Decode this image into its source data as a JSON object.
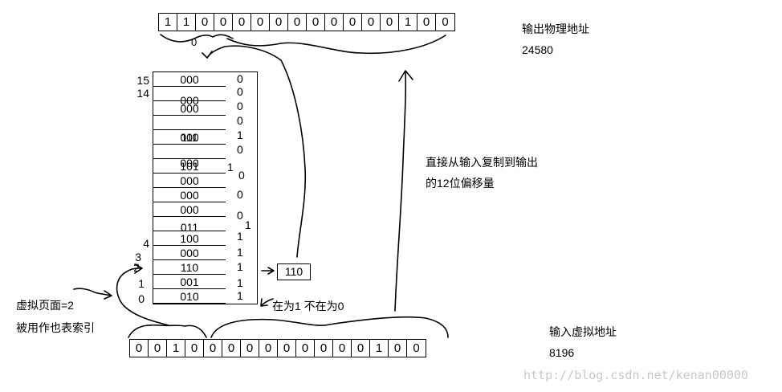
{
  "physical_address": {
    "bits": [
      "1",
      "1",
      "0",
      "0",
      "0",
      "0",
      "0",
      "0",
      "0",
      "0",
      "0",
      "0",
      "0",
      "1",
      "0",
      "0"
    ],
    "label": "输出物理地址",
    "value": "24580",
    "stray_mark": "0"
  },
  "virtual_address": {
    "bits": [
      "0",
      "0",
      "1",
      "0",
      "0",
      "0",
      "0",
      "0",
      "0",
      "0",
      "0",
      "0",
      "0",
      "1",
      "0",
      "0"
    ],
    "label": "输入虚拟地址",
    "value": "8196"
  },
  "page_table": {
    "entries": [
      {
        "index": "15",
        "frame": "000",
        "valid": "0"
      },
      {
        "index": "14",
        "frame": "000",
        "valid": "0"
      },
      {
        "index": "",
        "frame": "000",
        "valid": "0"
      },
      {
        "index": "",
        "frame": "000",
        "valid": "0"
      },
      {
        "index": "",
        "frame": "111",
        "valid": "1"
      },
      {
        "index": "",
        "frame": "000",
        "valid": "0"
      },
      {
        "index": "",
        "frame": "101",
        "valid": "1"
      },
      {
        "index": "",
        "frame": "000",
        "valid": "0"
      },
      {
        "index": "",
        "frame": "000",
        "valid": "0"
      },
      {
        "index": "",
        "frame": "000",
        "valid": "0"
      },
      {
        "index": "",
        "frame": "011",
        "valid": "1"
      },
      {
        "index": "4",
        "frame": "100",
        "valid": "1"
      },
      {
        "index": "3",
        "frame": "000",
        "valid": "1"
      },
      {
        "index": "2",
        "frame": "110",
        "valid": "1"
      },
      {
        "index": "1",
        "frame": "001",
        "valid": "1"
      },
      {
        "index": "0",
        "frame": "010",
        "valid": "1"
      }
    ]
  },
  "selected_frame": "110",
  "annotations": {
    "virtual_page_line1": "虚拟页面=2",
    "virtual_page_line2": "被用作也表索引",
    "present_bit": "在为1 不在为0",
    "offset_line1": "直接从输入复制到输出",
    "offset_line2": "的12位偏移量"
  },
  "watermark": "http://blog.csdn.net/kenan00000"
}
